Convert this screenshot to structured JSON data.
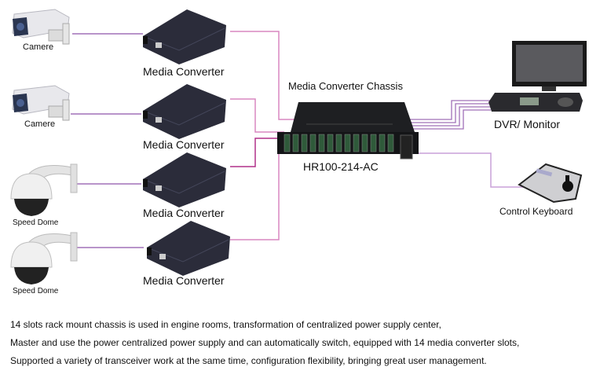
{
  "diagram": {
    "cameras": [
      {
        "label": "Camere",
        "type": "box-camera"
      },
      {
        "label": "Camere",
        "type": "box-camera"
      },
      {
        "label": "Speed Dome",
        "type": "dome-camera"
      },
      {
        "label": "Speed Dome",
        "type": "dome-camera"
      }
    ],
    "media_converters": [
      {
        "label": "Media Converter"
      },
      {
        "label": "Media Converter"
      },
      {
        "label": "Media Converter"
      },
      {
        "label": "Media Converter"
      }
    ],
    "chassis": {
      "title": "Media Converter Chassis",
      "model": "HR100-214-AC",
      "slots": 14
    },
    "dvr_monitor": {
      "label": "DVR/ Monitor"
    },
    "keyboard": {
      "label": "Control Keyboard"
    },
    "colors": {
      "wire_pink": "#d987c0",
      "wire_purple": "#a070b8",
      "wire_magenta": "#b0308a",
      "device_dark": "#2b2c3a"
    }
  },
  "description": [
    "14 slots rack mount chassis is used in engine rooms, transformation of centralized power supply center,",
    "Master and use the power centralized power supply and can automatically switch, equipped with 14 media converter slots,",
    "Supported a variety of transceiver work at the same time, configuration flexibility, bringing great user management."
  ]
}
